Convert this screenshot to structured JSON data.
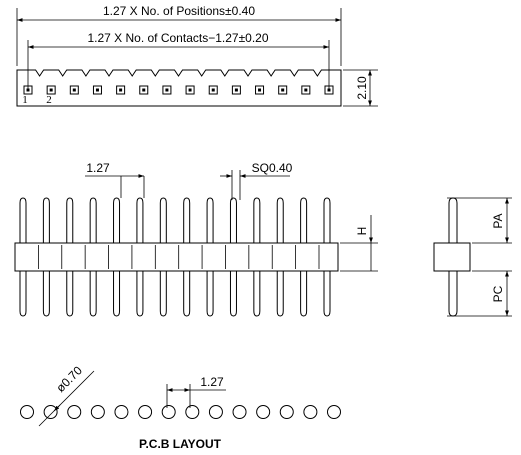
{
  "top_view": {
    "dim_positions": "1.27 X No. of Positions±0.40",
    "dim_contacts": "1.27 X No. of Contacts−1.27±0.20",
    "dim_height": "2.10",
    "pin_label_1": "1",
    "pin_label_2": "2",
    "pin_count": 14
  },
  "front_view": {
    "dim_pitch": "1.27",
    "dim_pin_square": "SQ0.40",
    "dim_h": "H"
  },
  "side_view": {
    "dim_pa": "PA",
    "dim_pc": "PC"
  },
  "pcb_layout": {
    "title": "P.C.B LAYOUT",
    "dim_hole": "ø0.70",
    "dim_pitch": "1.27",
    "hole_count": 14
  }
}
